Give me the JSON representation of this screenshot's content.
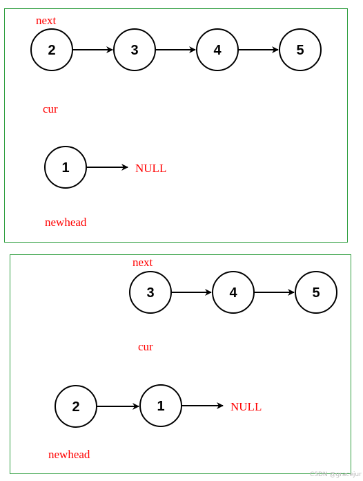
{
  "colors": {
    "label": "#ff0000",
    "frame": "#2e9e3e",
    "node_stroke": "#000000"
  },
  "panel1": {
    "labels": {
      "next": "next",
      "cur": "cur",
      "null": "NULL",
      "newhead": "newhead"
    },
    "list_nodes": [
      "2",
      "3",
      "4",
      "5"
    ],
    "new_list_nodes": [
      "1"
    ]
  },
  "panel2": {
    "labels": {
      "next": "next",
      "cur": "cur",
      "null": "NULL",
      "newhead": "newhead"
    },
    "list_nodes": [
      "3",
      "4",
      "5"
    ],
    "new_list_nodes": [
      "2",
      "1"
    ]
  },
  "watermark": "CSDN @gracejur"
}
